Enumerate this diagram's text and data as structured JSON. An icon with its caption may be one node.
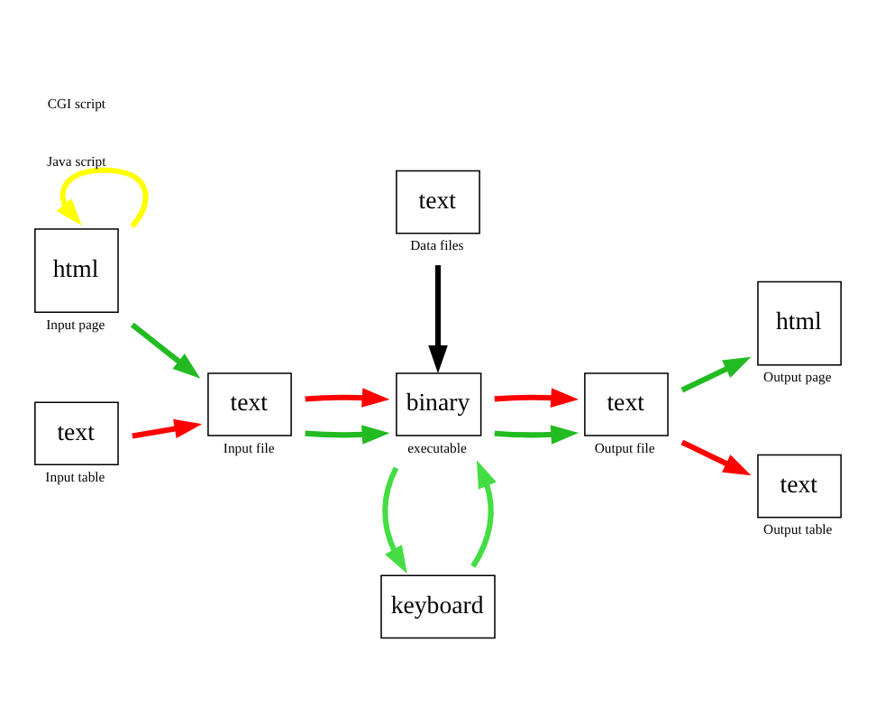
{
  "diagram": {
    "nodes": [
      {
        "text": [
          "html"
        ],
        "beside": [
          "Input page"
        ]
      },
      {
        "text": [
          "text"
        ],
        "beside": [
          "Data files"
        ]
      },
      {
        "text": [
          "html"
        ],
        "beside": [
          "Output page"
        ]
      },
      {
        "text": [
          "text"
        ],
        "beside": [
          "Input file"
        ]
      },
      {
        "text": [
          "binary"
        ],
        "beside": [
          "executable"
        ]
      },
      {
        "text": [
          "text"
        ],
        "beside": [
          "Output file"
        ]
      },
      {
        "text": [
          "text"
        ],
        "beside": [
          "Input table"
        ]
      },
      {
        "text": [
          "keyboard"
        ]
      },
      {
        "text": [
          "text"
        ],
        "beside": [
          "Output table"
        ]
      }
    ],
    "edges": [
      {
        "from": 0,
        "to": 0,
        "arrow": "to",
        "label": "Java script",
        "color": "#ffff00"
      },
      {
        "from": 0,
        "to": 3,
        "arrow": "to",
        "color": "#22bb22"
      },
      {
        "from": 6,
        "to": 3,
        "arrow": "to",
        "color": "#ff0000"
      },
      {
        "from": 3,
        "to": 4,
        "arrow": "to",
        "color": "#22bb22"
      },
      {
        "from": 3,
        "to": 4,
        "arrow": "to",
        "color": "#ff0000"
      },
      {
        "from": 1,
        "to": 4,
        "arrow": "to",
        "color": "#000000"
      },
      {
        "from": 4,
        "to": 5,
        "arrow": "to",
        "color": "#22bb22"
      },
      {
        "from": 4,
        "to": 5,
        "arrow": "to",
        "color": "#ff0000"
      },
      {
        "from": 5,
        "to": 2,
        "arrow": "to",
        "color": "#22bb22"
      },
      {
        "from": 5,
        "to": 8,
        "arrow": "to",
        "color": "#ff0000"
      },
      {
        "from": 7,
        "to": 4,
        "arrow": "to",
        "color": "#44dd44"
      },
      {
        "from": 4,
        "to": 7,
        "arrow": "to",
        "color": "#44dd44"
      }
    ],
    "labels": [
      "CGI script"
    ]
  }
}
